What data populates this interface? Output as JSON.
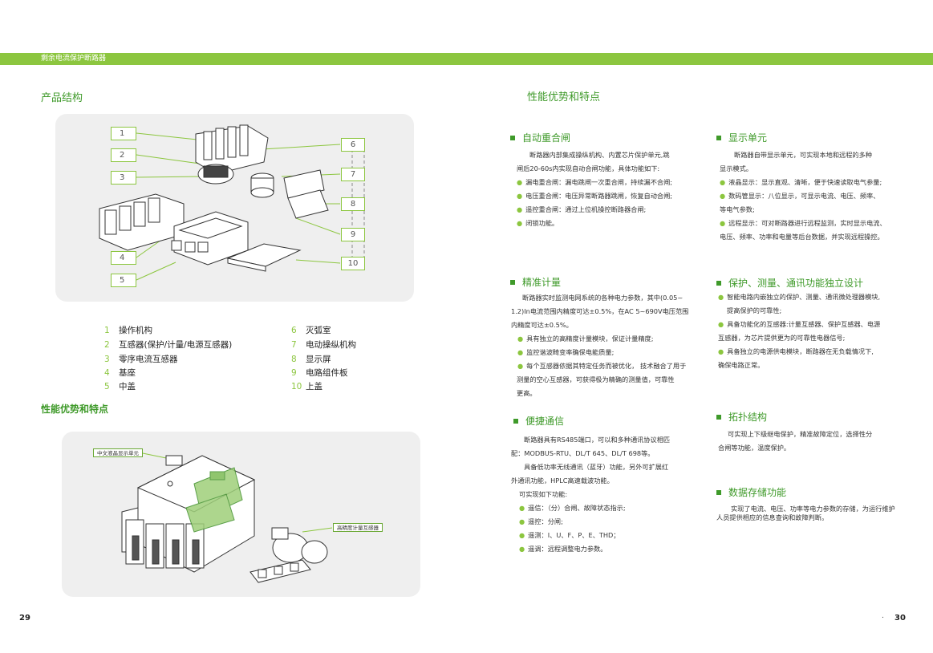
{
  "banner": {
    "text": "剩余电流保护断路器"
  },
  "left": {
    "structure_title": "产品结构",
    "callouts_left": [
      "1",
      "2",
      "3",
      "4",
      "5"
    ],
    "callouts_right": [
      "6",
      "7",
      "8",
      "9",
      "10"
    ],
    "legend": [
      {
        "num": "1",
        "label": "操作机构"
      },
      {
        "num": "2",
        "label": "互感器(保护/计量/电源互感器)"
      },
      {
        "num": "3",
        "label": "零序电流互感器"
      },
      {
        "num": "4",
        "label": "基座"
      },
      {
        "num": "5",
        "label": "中盖"
      },
      {
        "num": "6",
        "label": "灭弧室"
      },
      {
        "num": "7",
        "label": "电动操纵机构"
      },
      {
        "num": "8",
        "label": "显示屏"
      },
      {
        "num": "9",
        "label": "电路组件板"
      },
      {
        "num": "10",
        "label": "上盖"
      }
    ],
    "advantages_title": "性能优势和特点",
    "tag_display": "中文液晶显示单元",
    "tag_transformer": "高精度计量互感器"
  },
  "right": {
    "title": "性能优势和特点",
    "auto_reclose": {
      "title": "自动重合闸",
      "lines": [
        "断路器内部集成操纵机构、内置芯片保护单元,跳",
        "闸后20-60s内实现自动合闸功能，具体功能如下:"
      ],
      "bullets": [
        "漏电重合闸：漏电跳闸一次重合闸，持续漏不合闸;",
        "电压重合闸：电压异常断路器跳闸，恢复自动合闸;",
        "遥控重合闸：通过上位机操控断路器合闸;",
        "闭锁功能。"
      ]
    },
    "display_unit": {
      "title": "显示单元",
      "lines": [
        "断路器自带显示单元，可实现本地和远程的多种",
        "显示模式。"
      ],
      "bullets": [
        "液晶显示：显示直观、清晰，便于快速读取电气参量;",
        "数码管显示：八位显示，可显示电流、电压、频率、",
        "远程显示：可对断路器进行远程监测，实时显示电流、"
      ],
      "cont1": "等电气参数;",
      "cont2": "电压、频率、功率和电量等后台数据，并实现远程操控。"
    },
    "metering": {
      "title": "精准计量",
      "lines": [
        "断路器实时监测电网系统的各种电力参数，其中(0.05~",
        "1.2)In电流范围内精度可达±0.5%，在AC 5~690V电压范围",
        "内精度可达±0.5%。"
      ],
      "bullets": [
        "具有独立的高精度计量模块，保证计量精度;",
        "监控谐波畸变率确保电能质量;",
        "每个互感器依据其特定任务而被优化，  技术融合了用于"
      ],
      "cont1": "测量的空心互感器，可获得极为精确的测量值，可靠性",
      "cont2": "更高。"
    },
    "independent": {
      "title": "保护、测量、通讯功能独立设计",
      "b1": "智能电路内嵌独立的保护、测量、通讯微处理器模块,",
      "c1": "提高保护的可靠性;",
      "b2": "具备功能化的互感器:计量互感器、保护互感器、电源",
      "c2": "互感器，为芯片提供更为的可靠性电器信号;",
      "b3": "具备独立的电源供电模块，断路器在无负载情况下,",
      "c3": "确保电路正常。"
    },
    "communication": {
      "title": "便捷通信",
      "lines": [
        "断路器具有RS485端口，可以和多种通讯协议相匹",
        "配：MODBUS-RTU、DL/T 645、DL/T 698等。",
        "具备低功率无线通讯（蓝牙）功能，另外可扩展红",
        "外通讯功能，HPLC高速载波功能。",
        "可实现如下功能:"
      ],
      "bullets": [
        "遥信：（分）合闸、故障状态指示;",
        "遥控：分闸;",
        "遥测：I、U、F、P、E、THD；",
        "遥调：远程调整电力参数。"
      ]
    },
    "topology": {
      "title": "拓扑结构",
      "lines": [
        "可实现上下级继电保护，精准故障定位，选择性分",
        "合闸等功能，温度保护。"
      ]
    },
    "storage": {
      "title": "数据存储功能",
      "lines": [
        "实现了电流、电压、功率等电力参数的存储，为运行维护",
        "人员提供相应的信息查询和故障判断。"
      ]
    }
  },
  "footer": {
    "left_page": "29",
    "right_mark": ".",
    "right_page": "30"
  }
}
